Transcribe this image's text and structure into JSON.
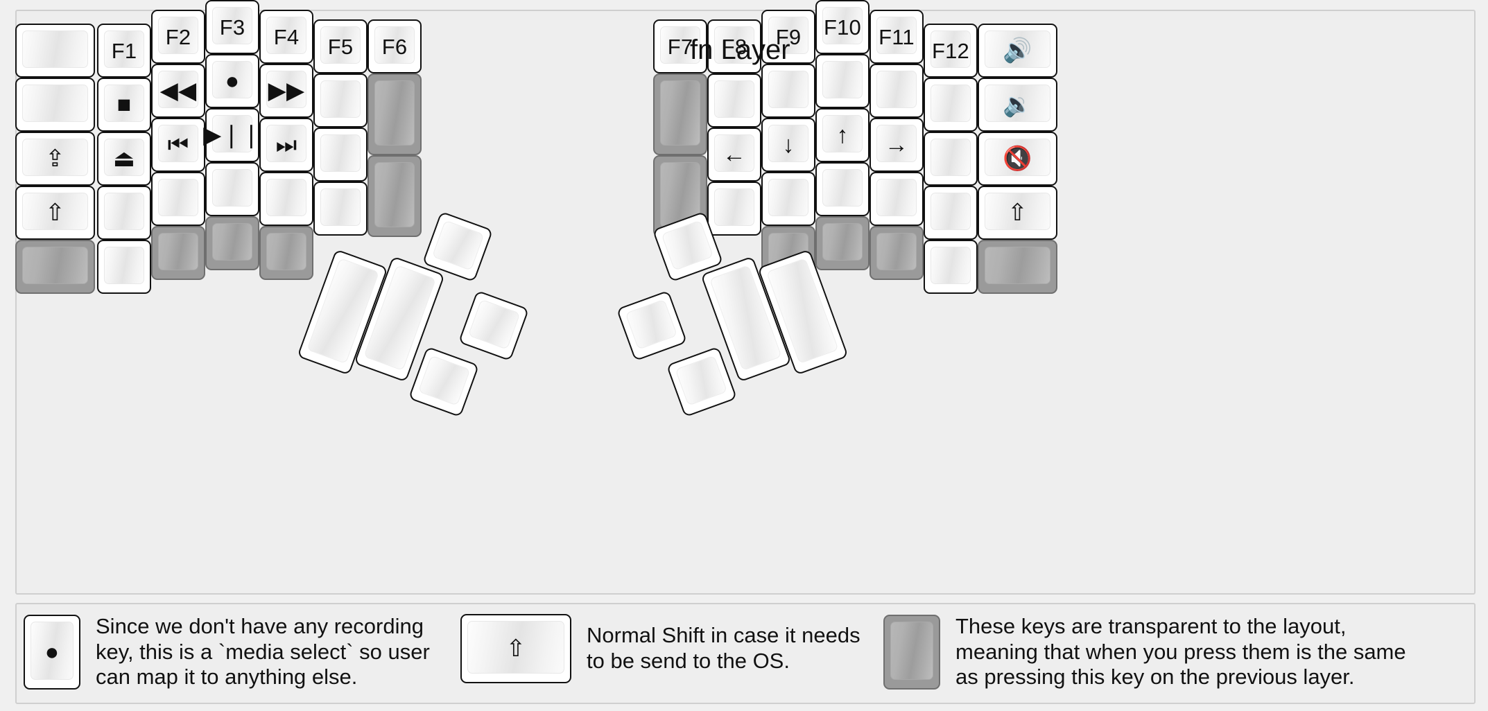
{
  "title": "fn Layer",
  "icons": {
    "record": "●",
    "stop": "■",
    "eject": "⏏",
    "rewind": "◀◀",
    "fast_forward": "▶▶",
    "prev_track": "⏮",
    "play_pause": "▶❘❘",
    "next_track": "⏭",
    "caps_lock": "⇪",
    "shift": "⇧",
    "arrow_left": "←",
    "arrow_down": "↓",
    "arrow_up": "↑",
    "arrow_right": "→",
    "volume_up": "🔊",
    "volume_down": "🔉",
    "volume_mute": "🔇"
  },
  "left_half": {
    "columns": [
      {
        "name": "col-outer-left",
        "keys": [
          {
            "name": "key-blank-l1r1",
            "label": "",
            "kind": "normal"
          },
          {
            "name": "key-blank-l1r2",
            "label": "",
            "kind": "normal"
          },
          {
            "name": "key-caps-lock",
            "label": "⇪",
            "kind": "normal"
          },
          {
            "name": "key-shift-left",
            "label": "⇧",
            "kind": "normal"
          },
          {
            "name": "key-trans-l1r5",
            "label": "",
            "kind": "transparent"
          }
        ]
      },
      {
        "name": "col-f1",
        "keys": [
          {
            "name": "key-f1",
            "label": "F1",
            "kind": "normal"
          },
          {
            "name": "key-stop",
            "label": "■",
            "kind": "normal"
          },
          {
            "name": "key-eject",
            "label": "⏏",
            "kind": "normal"
          },
          {
            "name": "key-blank-l2r4",
            "label": "",
            "kind": "normal"
          },
          {
            "name": "key-blank-l2r5",
            "label": "",
            "kind": "normal"
          }
        ]
      },
      {
        "name": "col-f2",
        "keys": [
          {
            "name": "key-f2",
            "label": "F2",
            "kind": "normal"
          },
          {
            "name": "key-rewind",
            "label": "◀◀",
            "kind": "normal"
          },
          {
            "name": "key-prev-track",
            "label": "⏮",
            "kind": "normal"
          },
          {
            "name": "key-blank-l3r4",
            "label": "",
            "kind": "normal"
          },
          {
            "name": "key-trans-l3r5",
            "label": "",
            "kind": "transparent"
          }
        ]
      },
      {
        "name": "col-f3",
        "keys": [
          {
            "name": "key-f3",
            "label": "F3",
            "kind": "normal"
          },
          {
            "name": "key-record",
            "label": "●",
            "kind": "normal"
          },
          {
            "name": "key-play-pause",
            "label": "▶❘❘",
            "kind": "normal"
          },
          {
            "name": "key-blank-l4r4",
            "label": "",
            "kind": "normal"
          },
          {
            "name": "key-trans-l4r5",
            "label": "",
            "kind": "transparent"
          }
        ]
      },
      {
        "name": "col-f4",
        "keys": [
          {
            "name": "key-f4",
            "label": "F4",
            "kind": "normal"
          },
          {
            "name": "key-fast-forward",
            "label": "▶▶",
            "kind": "normal"
          },
          {
            "name": "key-next-track",
            "label": "⏭",
            "kind": "normal"
          },
          {
            "name": "key-blank-l5r4",
            "label": "",
            "kind": "normal"
          },
          {
            "name": "key-trans-l5r5",
            "label": "",
            "kind": "transparent"
          }
        ]
      },
      {
        "name": "col-f5",
        "keys": [
          {
            "name": "key-f5",
            "label": "F5",
            "kind": "normal"
          },
          {
            "name": "key-blank-l6r2",
            "label": "",
            "kind": "normal"
          },
          {
            "name": "key-blank-l6r3",
            "label": "",
            "kind": "normal"
          },
          {
            "name": "key-blank-l6r4",
            "label": "",
            "kind": "normal"
          }
        ]
      },
      {
        "name": "col-f6",
        "keys": [
          {
            "name": "key-f6",
            "label": "F6",
            "kind": "normal"
          },
          {
            "name": "key-trans-l7-tall-a",
            "label": "",
            "kind": "transparent"
          },
          {
            "name": "key-trans-l7-tall-b",
            "label": "",
            "kind": "transparent"
          }
        ]
      }
    ],
    "thumb_cluster": [
      {
        "name": "thumb-key-l-big-1",
        "label": ""
      },
      {
        "name": "thumb-key-l-big-2",
        "label": ""
      },
      {
        "name": "thumb-key-l-small-top",
        "label": ""
      },
      {
        "name": "thumb-key-l-small-mid",
        "label": ""
      },
      {
        "name": "thumb-key-l-small-bot",
        "label": ""
      }
    ]
  },
  "right_half": {
    "columns": [
      {
        "name": "col-f7",
        "keys": [
          {
            "name": "key-f7",
            "label": "F7",
            "kind": "normal"
          },
          {
            "name": "key-trans-r1-tall-a",
            "label": "",
            "kind": "transparent"
          },
          {
            "name": "key-trans-r1-tall-b",
            "label": "",
            "kind": "transparent"
          }
        ]
      },
      {
        "name": "col-f8",
        "keys": [
          {
            "name": "key-f8",
            "label": "F8",
            "kind": "normal"
          },
          {
            "name": "key-blank-r2r2",
            "label": "",
            "kind": "normal"
          },
          {
            "name": "key-arrow-left",
            "label": "←",
            "kind": "normal"
          },
          {
            "name": "key-blank-r2r4",
            "label": "",
            "kind": "normal"
          }
        ]
      },
      {
        "name": "col-f9",
        "keys": [
          {
            "name": "key-f9",
            "label": "F9",
            "kind": "normal"
          },
          {
            "name": "key-blank-r3r2",
            "label": "",
            "kind": "normal"
          },
          {
            "name": "key-arrow-down",
            "label": "↓",
            "kind": "normal"
          },
          {
            "name": "key-blank-r3r4",
            "label": "",
            "kind": "normal"
          },
          {
            "name": "key-trans-r3r5",
            "label": "",
            "kind": "transparent"
          }
        ]
      },
      {
        "name": "col-f10",
        "keys": [
          {
            "name": "key-f10",
            "label": "F10",
            "kind": "normal"
          },
          {
            "name": "key-blank-r4r2",
            "label": "",
            "kind": "normal"
          },
          {
            "name": "key-arrow-up",
            "label": "↑",
            "kind": "normal"
          },
          {
            "name": "key-blank-r4r4",
            "label": "",
            "kind": "normal"
          },
          {
            "name": "key-trans-r4r5",
            "label": "",
            "kind": "transparent"
          }
        ]
      },
      {
        "name": "col-f11",
        "keys": [
          {
            "name": "key-f11",
            "label": "F11",
            "kind": "normal"
          },
          {
            "name": "key-blank-r5r2",
            "label": "",
            "kind": "normal"
          },
          {
            "name": "key-arrow-right",
            "label": "→",
            "kind": "normal"
          },
          {
            "name": "key-blank-r5r4",
            "label": "",
            "kind": "normal"
          },
          {
            "name": "key-trans-r5r5",
            "label": "",
            "kind": "transparent"
          }
        ]
      },
      {
        "name": "col-f12",
        "keys": [
          {
            "name": "key-f12",
            "label": "F12",
            "kind": "normal"
          },
          {
            "name": "key-blank-r6r2",
            "label": "",
            "kind": "normal"
          },
          {
            "name": "key-blank-r6r3",
            "label": "",
            "kind": "normal"
          },
          {
            "name": "key-blank-r6r4",
            "label": "",
            "kind": "normal"
          },
          {
            "name": "key-blank-r6r5",
            "label": "",
            "kind": "normal"
          }
        ]
      },
      {
        "name": "col-volume",
        "keys": [
          {
            "name": "key-volume-up",
            "label": "🔊",
            "kind": "normal"
          },
          {
            "name": "key-volume-down",
            "label": "🔉",
            "kind": "normal"
          },
          {
            "name": "key-volume-mute",
            "label": "🔇",
            "kind": "normal"
          },
          {
            "name": "key-shift-right",
            "label": "⇧",
            "kind": "normal"
          },
          {
            "name": "key-trans-r7r5",
            "label": "",
            "kind": "transparent"
          }
        ]
      }
    ],
    "thumb_cluster": [
      {
        "name": "thumb-key-r-big-1",
        "label": ""
      },
      {
        "name": "thumb-key-r-big-2",
        "label": ""
      },
      {
        "name": "thumb-key-r-small-top",
        "label": ""
      },
      {
        "name": "thumb-key-r-small-mid",
        "label": ""
      },
      {
        "name": "thumb-key-r-small-bot",
        "label": ""
      }
    ]
  },
  "legend": [
    {
      "name": "legend-record",
      "icon": "●",
      "kind": "normal",
      "text": "Since we don't have any recording\nkey, this is a `media select` so user\ncan map it to anything else."
    },
    {
      "name": "legend-shift",
      "icon": "⇧",
      "kind": "normal",
      "text": "Normal Shift in case it needs\nto be send to the OS."
    },
    {
      "name": "legend-transparent",
      "icon": "",
      "kind": "transparent",
      "text": "These keys are transparent to the layout,\nmeaning that when you press them is the same\nas pressing this key on the previous layer."
    }
  ],
  "colors": {
    "background": "#f0f0f0",
    "board": "#eeeeee",
    "key_border": "#111111",
    "transparent_key": "#9a9a9a"
  }
}
